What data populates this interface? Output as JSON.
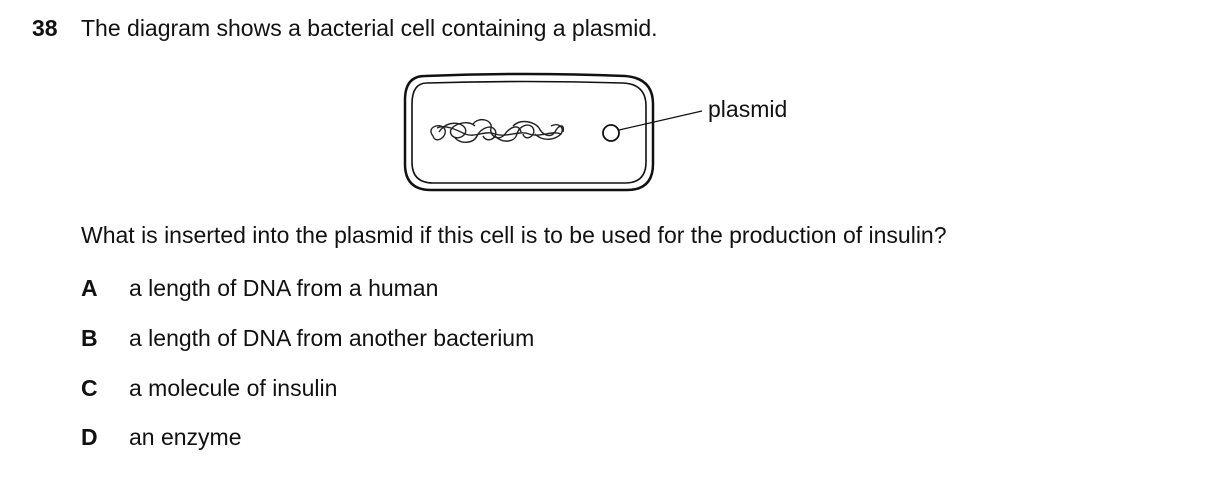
{
  "question": {
    "number": "38",
    "stem": "The diagram shows a bacterial cell containing a plasmid.",
    "diagram": {
      "label_plasmid": "plasmid"
    },
    "prompt": "What is inserted into the plasmid if this cell is to be used for the production of insulin?",
    "options": [
      {
        "letter": "A",
        "text": "a length of DNA from a human"
      },
      {
        "letter": "B",
        "text": "a length of DNA from another bacterium"
      },
      {
        "letter": "C",
        "text": "a molecule of insulin"
      },
      {
        "letter": "D",
        "text": "an enzyme"
      }
    ]
  }
}
